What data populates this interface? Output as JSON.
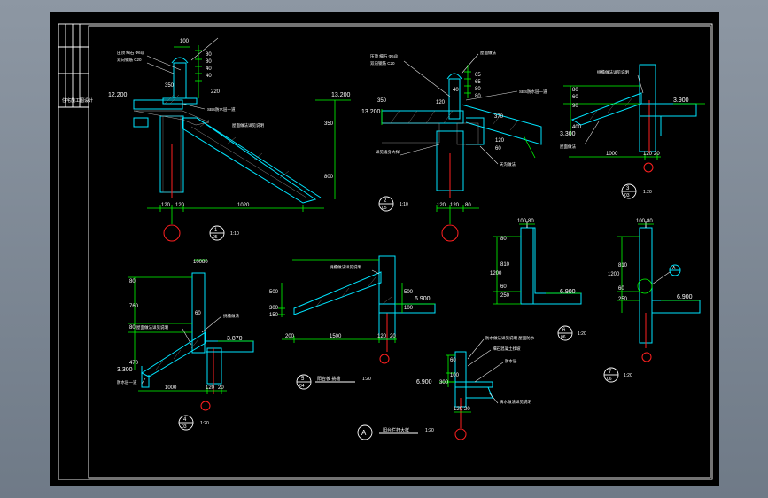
{
  "title_block": {
    "side_text": "住宅施工图设计"
  },
  "detail1": {
    "dims_top": [
      "100",
      "80",
      "80",
      "40",
      "40",
      "350",
      "220"
    ],
    "elev_left": "12.200",
    "elev_right": "13.200",
    "note_top1": "压顶 细石 Φ6@",
    "note_top2": "双向钢筋 C20",
    "note_mid": "SBS防水层一道",
    "note_slope": "屋面做法详见说明",
    "dims_right": [
      "350",
      "800"
    ],
    "dims_bottom": [
      "120",
      "120",
      "1020"
    ],
    "label": "1",
    "sheet": "05",
    "scale": "1:10"
  },
  "detail2": {
    "dims_top": [
      "65",
      "65",
      "80",
      "80",
      "40"
    ],
    "elev_left": "13.200",
    "note_top1": "压顶 细石 Φ6@",
    "note_top2": "双向钢筋 C20",
    "note_right": "屋面做法",
    "note_mid": "SBS防水层一道",
    "dims": [
      "350",
      "120",
      "370",
      "120",
      "60"
    ],
    "note_bottom": "详见墙身大样",
    "note_right2": "天沟做法",
    "dims_bottom": [
      "120",
      "120",
      "80"
    ],
    "label": "2",
    "sheet": "05",
    "scale": "1:10"
  },
  "detail3": {
    "dims_left": [
      "80",
      "60",
      "90",
      "400"
    ],
    "elev_right": "3.900",
    "elev_left": "3.300",
    "note1": "挑檐做法详见说明",
    "note2": "屋面做法",
    "dims_bottom": [
      "1000",
      "120",
      "20"
    ],
    "label": "3",
    "sheet": "03",
    "scale": "1:20"
  },
  "detail4": {
    "dims_top": [
      "100",
      "80"
    ],
    "dims_left": [
      "80",
      "760",
      "80",
      "470"
    ],
    "dim_mid": "60",
    "elev_mid": "3.870",
    "elev_left": "3.300",
    "note1": "挑檐做法",
    "note2": "屋面做法详见说明",
    "note3": "防水层一道",
    "dims_bottom": [
      "1000",
      "120",
      "20"
    ],
    "label": "4",
    "sheet": "03",
    "scale": "1:20"
  },
  "detail5": {
    "dims_left": [
      "500",
      "300",
      "150"
    ],
    "dims_right": [
      "500",
      "100"
    ],
    "elev_right": "6.900",
    "note1": "挑檐做法详见说明",
    "dims_bottom": [
      "200",
      "1500",
      "120",
      "20"
    ],
    "label": "5",
    "sheet": "04",
    "scale": "1:20",
    "caption": "阳台板 挑檐"
  },
  "detail6": {
    "dims_top": [
      "100",
      "80"
    ],
    "dims_left": [
      "80",
      "810",
      "1200",
      "60",
      "250"
    ],
    "elev_right": "6.900",
    "label": "6",
    "sheet": "06",
    "scale": "1:20"
  },
  "detail7": {
    "dims_top": [
      "100",
      "80"
    ],
    "dims_left": [
      "810",
      "1200",
      "60",
      "250"
    ],
    "elev_right": "6.900",
    "marker": "A",
    "label": "7",
    "sheet": "06",
    "scale": "1:20"
  },
  "detailA": {
    "dims_left": [
      "60",
      "100",
      "300"
    ],
    "elev_left": "6.900",
    "note1": "防水做法详见说明 屋面防水",
    "note2": "细石混凝土找坡",
    "note3": "防水层",
    "note4": "滴水做法详见说明",
    "dims_bottom": [
      "120",
      "20"
    ],
    "label": "A",
    "caption": "阳台栏杆大样",
    "scale": "1:20"
  }
}
